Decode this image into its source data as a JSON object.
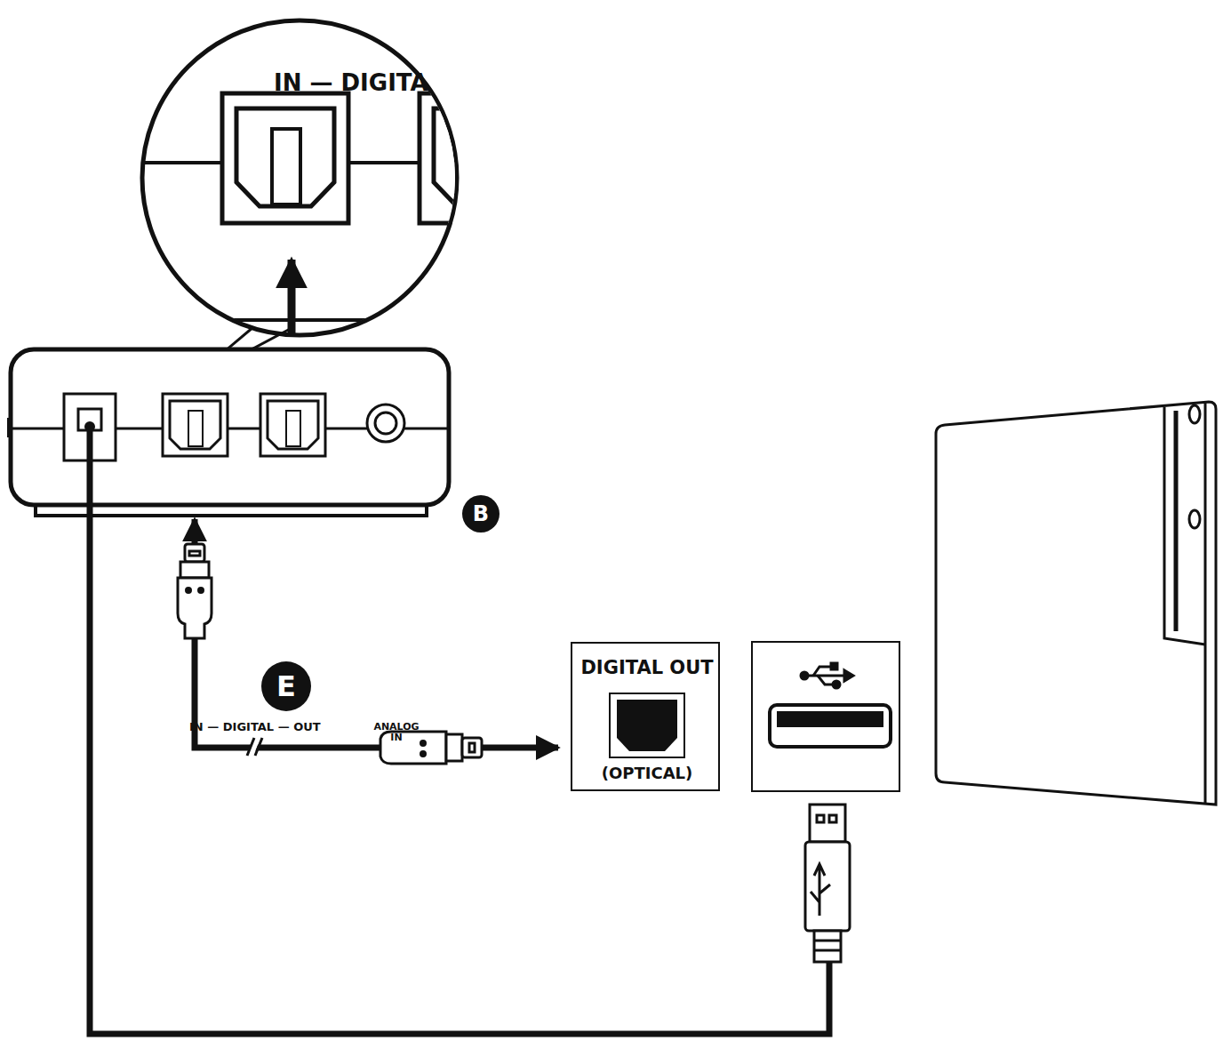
{
  "diagram": {
    "nodes": [
      {
        "text": [
          "IN — DIGITAL — OUT",
          "ANALOG IN"
        ]
      },
      {
        "text": [
          "DIGITAL OUT",
          "(OPTICAL)"
        ]
      },
      {
        "text": [
          "IN — DIGITA"
        ]
      }
    ],
    "edges": [
      {
        "from": 0,
        "to": 1,
        "arrow": "both"
      },
      {
        "from": 0,
        "to": 2,
        "arrow": "to"
      }
    ],
    "labels": [
      "B",
      "E"
    ]
  }
}
